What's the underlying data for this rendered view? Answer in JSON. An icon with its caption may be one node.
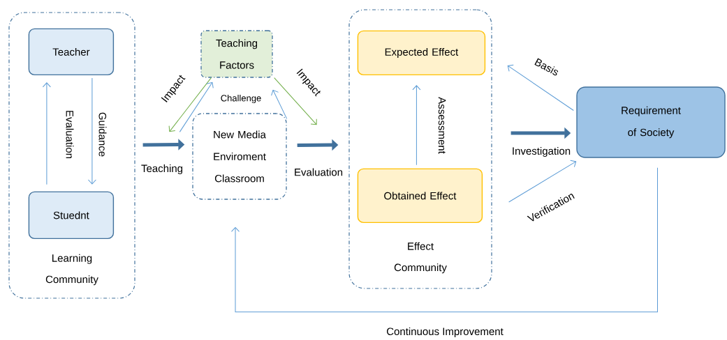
{
  "diagram": {
    "nodes": [
      {
        "text": [
          "Learning Community"
        ]
      },
      {
        "text": [
          "Teacher"
        ],
        "in": 0
      },
      {
        "text": [
          "Stuednt"
        ],
        "in": 0
      },
      {
        "text": [
          "Teaching Factors"
        ]
      },
      {
        "text": [
          "New Media Enviroment Classroom"
        ]
      },
      {
        "text": [
          "Effect Community"
        ]
      },
      {
        "text": [
          "Expected Effect"
        ],
        "in": 5
      },
      {
        "text": [
          "Obtained Effect"
        ],
        "in": 5
      },
      {
        "text": [
          "Requirement of Society"
        ]
      }
    ],
    "edges": [
      {
        "from": 1,
        "to": 2,
        "arrow": "to",
        "label": "Guidance"
      },
      {
        "from": 2,
        "to": 1,
        "arrow": "to",
        "label": "Evaluation"
      },
      {
        "from": 0,
        "to": 4,
        "arrow": "to",
        "label": "Teaching",
        "style": "thick"
      },
      {
        "from": 3,
        "to": 4,
        "arrow": "to",
        "label": "Impact",
        "color": "#70ad47"
      },
      {
        "from": 4,
        "to": 3,
        "arrow": "to"
      },
      {
        "from": 3,
        "to": 4,
        "arrow": "to",
        "label": "Impact",
        "color": "#70ad47"
      },
      {
        "from": 4,
        "to": 3,
        "arrow": "to"
      },
      {
        "from": 4,
        "to": 5,
        "arrow": "to",
        "label": "Evaluation",
        "style": "thick"
      },
      {
        "from": 7,
        "to": 6,
        "arrow": "to",
        "label": "Assessment"
      },
      {
        "from": 8,
        "to": 5,
        "arrow": "to",
        "label": "Basis"
      },
      {
        "from": 5,
        "to": 8,
        "arrow": "to",
        "label": "Investigation",
        "style": "thick"
      },
      {
        "from": 5,
        "to": 8,
        "arrow": "to",
        "label": "Verification"
      },
      {
        "from": 8,
        "to": 4,
        "arrow": "to",
        "label": "Continuous Improvement"
      }
    ],
    "labels": [
      "Challenge"
    ]
  }
}
